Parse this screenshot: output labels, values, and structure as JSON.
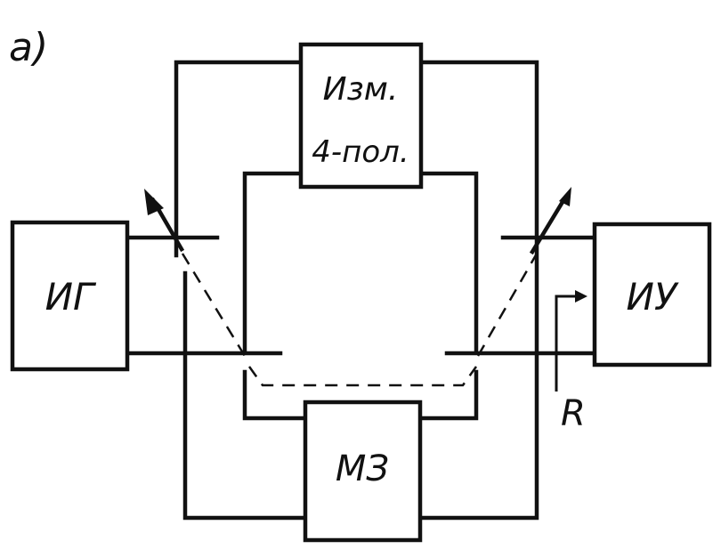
{
  "diagram": {
    "panel_label": "а)",
    "blocks": {
      "generator": "ИГ",
      "measured_line1": "Изм.",
      "measured_line2": "4-пол.",
      "mz": "МЗ",
      "receiver": "ИУ"
    },
    "resistance_label": "R"
  }
}
